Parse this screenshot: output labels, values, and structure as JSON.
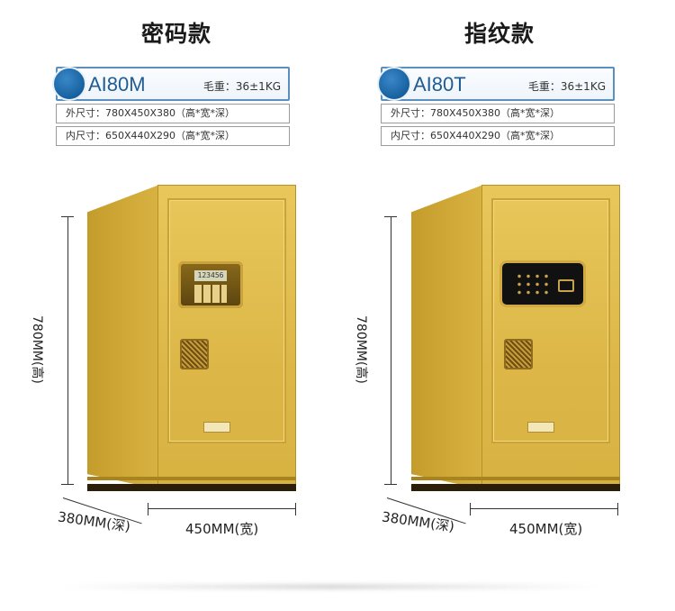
{
  "products": [
    {
      "type_title": "密码款",
      "model": "AI80M",
      "weight": "毛重：36±1KG",
      "outer_size": "外尺寸：780X450X380（高*宽*深）",
      "inner_size": "内尺寸：650X440X290（高*宽*深）",
      "keypad_display": "123456",
      "height_label": "780MM(高)",
      "width_label": "450MM(宽)",
      "depth_label": "380MM(深)"
    },
    {
      "type_title": "指纹款",
      "model": "AI80T",
      "weight": "毛重：36±1KG",
      "outer_size": "外尺寸：780X450X380（高*宽*深）",
      "inner_size": "内尺寸：650X440X290（高*宽*深）",
      "height_label": "780MM(高)",
      "width_label": "450MM(宽)",
      "depth_label": "380MM(深)"
    }
  ],
  "colors": {
    "gold": "#dcb748",
    "accent_blue": "#1f5d93"
  }
}
